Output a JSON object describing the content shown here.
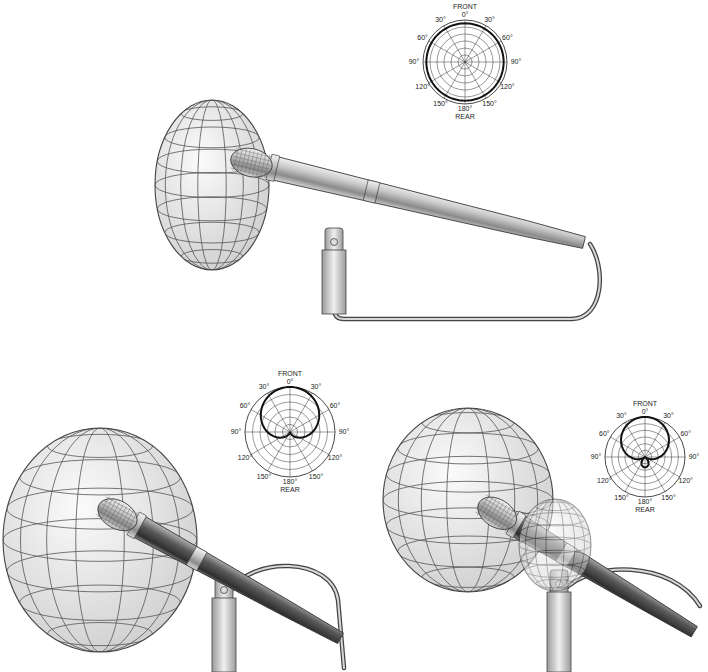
{
  "diagram": {
    "labels": [
      "FRONT",
      "0°",
      "30°",
      "30°",
      "60°",
      "60°",
      "90°",
      "90°",
      "120°",
      "120°",
      "150°",
      "150°",
      "180°",
      "REAR",
      "FRONT",
      "0°",
      "30°",
      "30°",
      "60°",
      "60°",
      "90°",
      "90°",
      "120°",
      "120°",
      "150°",
      "150°",
      "180°",
      "REAR",
      "FRONT",
      "0°",
      "30°",
      "30°",
      "60°",
      "60°",
      "90°",
      "90°",
      "120°",
      "120°",
      "150°",
      "150°",
      "180°",
      "REAR"
    ]
  }
}
